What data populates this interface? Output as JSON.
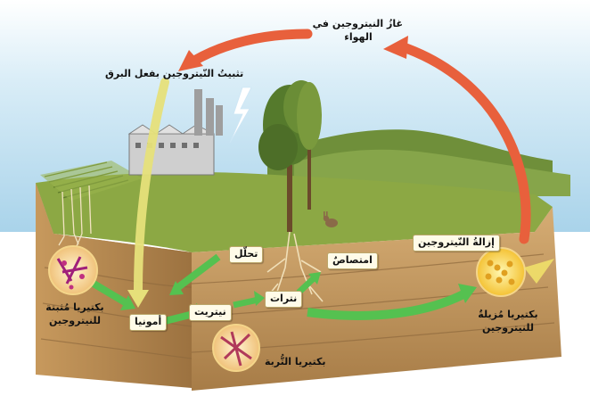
{
  "labels": {
    "nitrogen_gas_line1": "غازُ النيتروجين في",
    "nitrogen_gas_line2": "الهواء",
    "lightning_fixation": "تثبيتُ النّيتروجين بفعل البرق",
    "decomposition": "تحلّل",
    "absorption": "امتصاصٌ",
    "denitrification": "إزالةُ النّيتروجين",
    "nitrates": "نترات",
    "nitrites": "نيتريت",
    "ammonia": "أمونيا",
    "fixing_bacteria_line1": "بكتيريا مُثبتة",
    "fixing_bacteria_line2": "للنيتروجين",
    "denitrifying_bacteria_line1": "بكتيريا مُزيلةٌ",
    "denitrifying_bacteria_line2": "للنيتروجين",
    "soil_bacteria": "بكتيريا التُّربة"
  },
  "colors": {
    "red_arrow": "#e8603c",
    "yellow_arrow": "#e6e07a",
    "green_arrow": "#55c150",
    "sky": "#b9dcef",
    "grass": "#8ca844",
    "soil": "#c9a16a",
    "soil_dark": "#8f6a3e"
  },
  "icons": {
    "lightning": "lightning-bolt",
    "factory": "factory",
    "tree": "tree",
    "rabbit": "rabbit",
    "bacteria_circle": "bacteria-magnifier"
  }
}
